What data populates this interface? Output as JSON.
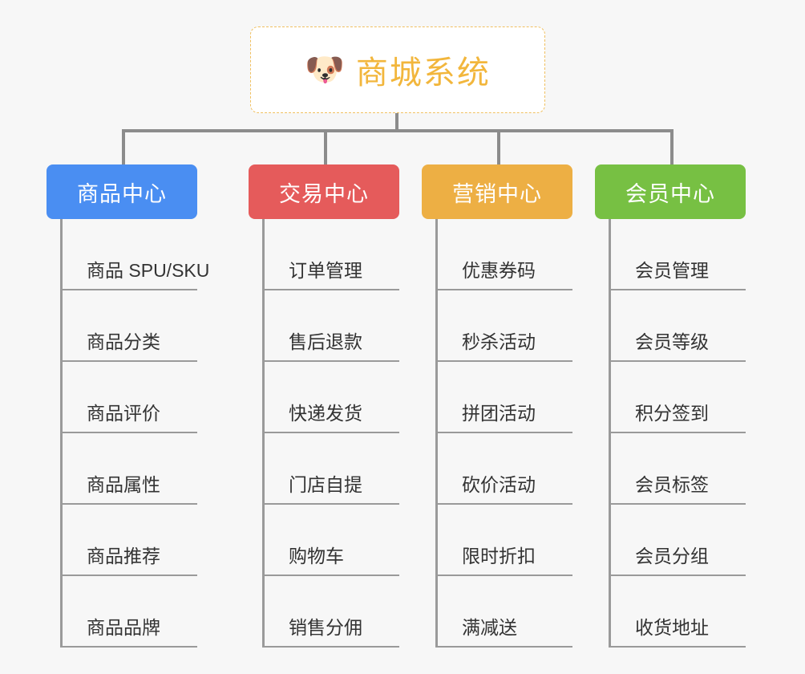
{
  "diagram": {
    "background_color": "#f7f7f7",
    "root": {
      "icon": "dog-face-icon",
      "emoji": "🐶",
      "title": "商城系统",
      "text_color": "#f2b63c",
      "border_color": "#f0c060",
      "background_color": "#ffffff"
    },
    "connector_color": "#8c8c8c",
    "categories": [
      {
        "label": "商品中心",
        "color": "#4a8ef2",
        "items": [
          "商品 SPU/SKU",
          "商品分类",
          "商品评价",
          "商品属性",
          "商品推荐",
          "商品品牌"
        ]
      },
      {
        "label": "交易中心",
        "color": "#e55b5b",
        "items": [
          "订单管理",
          "售后退款",
          "快递发货",
          "门店自提",
          "购物车",
          "销售分佣"
        ]
      },
      {
        "label": "营销中心",
        "color": "#edaf44",
        "items": [
          "优惠券码",
          "秒杀活动",
          "拼团活动",
          "砍价活动",
          "限时折扣",
          "满减送"
        ]
      },
      {
        "label": "会员中心",
        "color": "#77c043",
        "items": [
          "会员管理",
          "会员等级",
          "积分签到",
          "会员标签",
          "会员分组",
          "收货地址"
        ]
      }
    ]
  }
}
